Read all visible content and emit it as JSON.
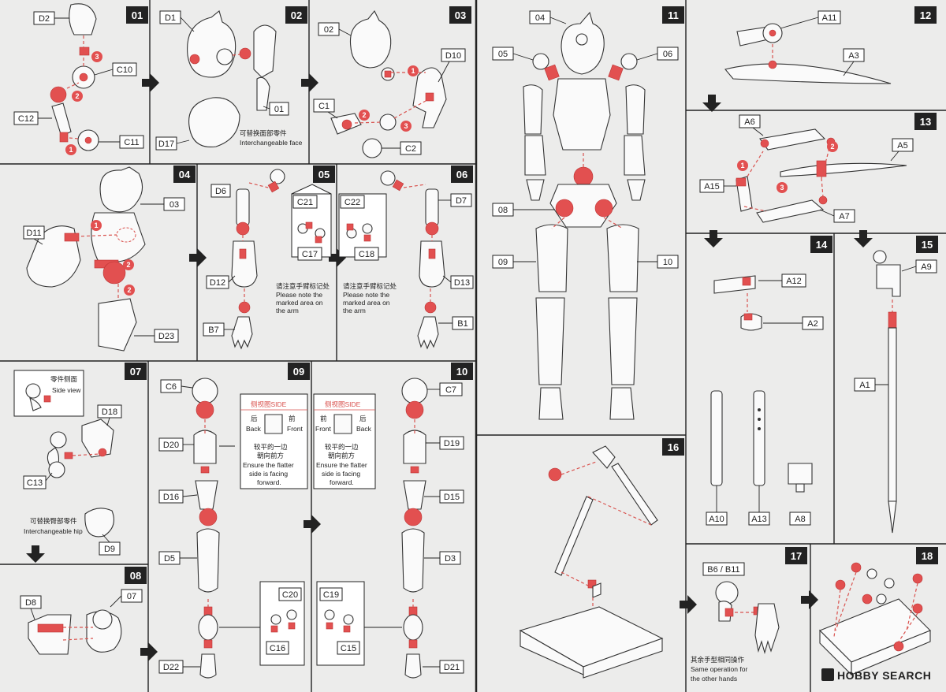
{
  "steps": {
    "s01": "01",
    "s02": "02",
    "s03": "03",
    "s04": "04",
    "s05": "05",
    "s06": "06",
    "s07": "07",
    "s08": "08",
    "s09": "09",
    "s10": "10",
    "s11": "11",
    "s12": "12",
    "s13": "13",
    "s14": "14",
    "s15": "15",
    "s16": "16",
    "s17": "17",
    "s18": "18"
  },
  "parts": {
    "d2": "D2",
    "c10": "C10",
    "c12": "C12",
    "c11": "C11",
    "d1": "D1",
    "p01": "01",
    "d17": "D17",
    "p02": "02",
    "d10": "D10",
    "c1": "C1",
    "c2": "C2",
    "p03": "03",
    "d11": "D11",
    "d23": "D23",
    "d6": "D6",
    "d12": "D12",
    "b7": "B7",
    "c21": "C21",
    "c17": "C17",
    "c22": "C22",
    "c18": "C18",
    "d7": "D7",
    "d13": "D13",
    "b1": "B1",
    "d18": "D18",
    "c13": "C13",
    "d9": "D9",
    "d8": "D8",
    "p07": "07",
    "c6": "C6",
    "d20": "D20",
    "d16": "D16",
    "d5": "D5",
    "d22": "D22",
    "c20": "C20",
    "c16": "C16",
    "c7": "C7",
    "d19": "D19",
    "d15": "D15",
    "d3": "D3",
    "d21": "D21",
    "c19": "C19",
    "c15": "C15",
    "p04": "04",
    "p05": "05",
    "p06": "06",
    "p08": "08",
    "p09": "09",
    "p10": "10",
    "a11": "A11",
    "a3": "A3",
    "a6": "A6",
    "a5": "A5",
    "a15": "A15",
    "a7": "A7",
    "a12": "A12",
    "a2": "A2",
    "a10": "A10",
    "a13": "A13",
    "a8": "A8",
    "a9": "A9",
    "a1": "A1",
    "b6b11": "B6 / B11"
  },
  "notes": {
    "face_zh": "可替换面部零件",
    "face_en": "Interchangeable face",
    "arm_zh": "请注意手臂标记处",
    "arm_en1": "Please note the",
    "arm_en2": "marked area on",
    "arm_en3": "the arm",
    "side_zh": "零件侧面",
    "side_en": "Side view",
    "hip_zh": "可替换臀部零件",
    "hip_en": "Interchangeable hip",
    "sidebox_title": "侧视图SIDE",
    "back_zh": "后",
    "back_en": "Back",
    "front_zh": "前",
    "front_en": "Front",
    "flat_zh1": "较平的一边",
    "flat_zh2": "朝向前方",
    "flat_en1": "Ensure the flatter",
    "flat_en2": "side is facing",
    "flat_en3": "forward.",
    "same_zh": "其余手型相同操作",
    "same_en1": "Same operation for",
    "same_en2": "the other hands"
  },
  "seq": {
    "one": "1",
    "two": "2",
    "three": "3"
  },
  "watermark": "HOBBY SEARCH",
  "colors": {
    "accent": "#e25050",
    "panel": "#ececeb",
    "ink": "#222222"
  }
}
